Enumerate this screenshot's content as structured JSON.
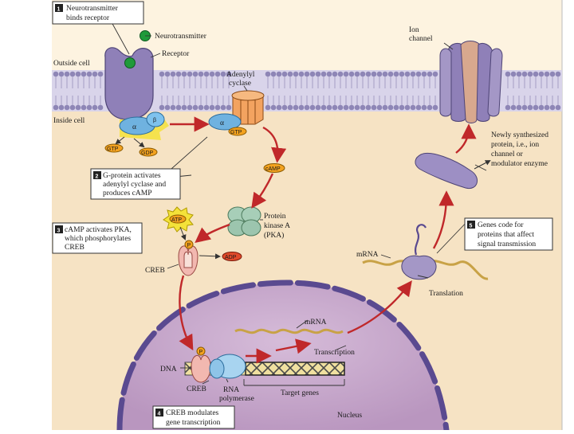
{
  "colors": {
    "cytoplasm": "#f6e3c4",
    "extracellular": "#fdf3e0",
    "nucleus": "#c7a8cc",
    "nucleus_rim": "#5a4a90",
    "membrane": "#8e86b6",
    "receptor": "#8f80b8",
    "arrow": "#c0282a",
    "neurotransmitter": "#1f9a3a",
    "mrna": "#c8a246"
  },
  "labels": {
    "neurotransmitter": "Neurotransmitter",
    "receptor": "Receptor",
    "outside_cell": "Outside cell",
    "inside_cell": "Inside cell",
    "adenylyl_cyclase_1": "Adenylyl",
    "adenylyl_cyclase_2": "cyclase",
    "ion_channel_1": "Ion",
    "ion_channel_2": "channel",
    "alpha": "α",
    "beta": "β",
    "gtp": "GTP",
    "gdp": "GDP",
    "camp": "cAMP",
    "atp": "ATP",
    "adp": "ADP",
    "p": "P",
    "pka_1": "Protein",
    "pka_2": "kinase A",
    "pka_3": "(PKA)",
    "creb": "CREB",
    "mrna": "mRNA",
    "translation": "Translation",
    "transcription": "Transcription",
    "dna": "DNA",
    "rna_polymerase_1": "RNA",
    "rna_polymerase_2": "polymerase",
    "target_genes": "Target genes",
    "nucleus": "Nucleus",
    "new_protein_1": "Newly synthesized",
    "new_protein_2": "protein, i.e., ion",
    "new_protein_3": "channel or",
    "new_protein_4": "modulator enzyme"
  },
  "steps": [
    {
      "number": "1",
      "line1": "Neurotransmitter",
      "line2": "binds receptor",
      "line3": ""
    },
    {
      "number": "2",
      "line1": "G-protein activates",
      "line2": "adenylyl cyclase and",
      "line3": "produces cAMP"
    },
    {
      "number": "3",
      "line1": "cAMP activates PKA,",
      "line2": "which phosphorylates",
      "line3": "CREB"
    },
    {
      "number": "4",
      "line1": "CREB modulates",
      "line2": "gene transcription",
      "line3": ""
    },
    {
      "number": "5",
      "line1": "Genes code for",
      "line2": "proteins that affect",
      "line3": "signal transmission"
    }
  ]
}
